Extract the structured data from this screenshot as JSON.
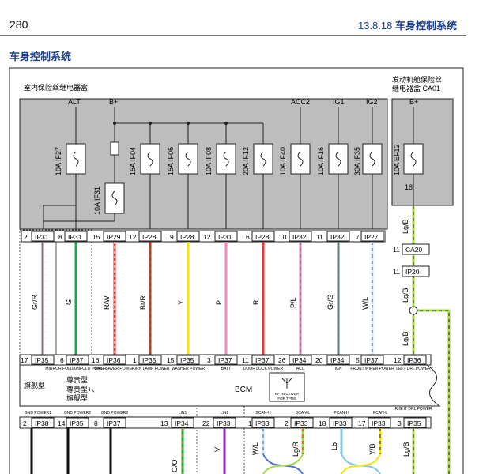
{
  "header": {
    "page_number": "280",
    "section_number": "13.8.18",
    "section_title": "车身控制系统"
  },
  "section_title": "车身控制系统",
  "boxes": {
    "interior_box": "室内保险丝继电器盒",
    "engine_box_line1": "发动机舱保险丝",
    "engine_box_line2": "继电器盒 CA01"
  },
  "power_labels": [
    "ALT",
    "B+",
    "ACC2",
    "IG1",
    "IG2",
    "B+"
  ],
  "fuses": [
    "10A IF27",
    "10A IF31",
    "15A IF04",
    "15A IF06",
    "10A IF08",
    "20A IF12",
    "10A IF40",
    "10A IF16",
    "30A IF35",
    "10A EF12"
  ],
  "ef12_pin": "18",
  "connectors": {
    "top": [
      {
        "pin": "2",
        "conn": "IP31"
      },
      {
        "pin": "8",
        "conn": "IP31"
      },
      {
        "pin": "15",
        "conn": "IP29"
      },
      {
        "pin": "12",
        "conn": "IP28"
      },
      {
        "pin": "9",
        "conn": "IP28"
      },
      {
        "pin": "12",
        "conn": "IP31"
      },
      {
        "pin": "6",
        "conn": "IP28"
      },
      {
        "pin": "10",
        "conn": "IP32"
      },
      {
        "pin": "11",
        "conn": "IP32"
      },
      {
        "pin": "7",
        "conn": "IP27"
      }
    ],
    "inline": [
      {
        "pin": "11",
        "conn": "CA20"
      },
      {
        "pin": "11",
        "conn": "IP20"
      }
    ],
    "bcm_top": [
      {
        "pin": "17",
        "conn": "IP35"
      },
      {
        "pin": "6",
        "conn": "IP37"
      },
      {
        "pin": "16",
        "conn": "IP36"
      },
      {
        "pin": "1",
        "conn": "IP35"
      },
      {
        "pin": "15",
        "conn": "IP35"
      },
      {
        "pin": "3",
        "conn": "IP37"
      },
      {
        "pin": "11",
        "conn": "IP37"
      },
      {
        "pin": "26",
        "conn": "IP34"
      },
      {
        "pin": "20",
        "conn": "IP34"
      },
      {
        "pin": "5",
        "conn": "IP37"
      },
      {
        "pin": "12",
        "conn": "IP36"
      }
    ],
    "bcm_bottom": [
      {
        "pin": "2",
        "conn": "IP38"
      },
      {
        "pin": "14",
        "conn": "IP35"
      },
      {
        "pin": "8",
        "conn": "IP37"
      },
      {
        "pin": "13",
        "conn": "IP34"
      },
      {
        "pin": "22",
        "conn": "IP33"
      },
      {
        "pin": "1",
        "conn": "IP33"
      },
      {
        "pin": "2",
        "conn": "IP33"
      },
      {
        "pin": "18",
        "conn": "IP33"
      },
      {
        "pin": "17",
        "conn": "IP33"
      },
      {
        "pin": "3",
        "conn": "IP35"
      }
    ]
  },
  "wire_colors": {
    "top": [
      "Gr/R",
      "G",
      "R/W",
      "Br/R",
      "Y",
      "P",
      "R",
      "P/L",
      "Gr/G",
      "W/L"
    ],
    "right": [
      "Lg/B",
      "Lg/B",
      "Lg/B"
    ],
    "bottom": [
      "G/O",
      "V",
      "W/L",
      "Lg/R",
      "Lb",
      "Y/B",
      "Lg/B"
    ]
  },
  "bcm": {
    "title": "BCM",
    "top_pins": [
      "MIRROR FOLD/UNFOLD POWER",
      "BATT SAVER POWER",
      "TURN LAMP POWER",
      "WASHER POWER",
      "BATT",
      "DOOR LOCK POWER",
      "ACC",
      "IGN",
      "FRONT WIPER POWER",
      "LEFT DRL POWER"
    ],
    "bottom_pins": [
      "GND POWER1",
      "GND POWER2",
      "GND POWER2",
      "LIN1",
      "LIN2",
      "BCAN-H",
      "BCAN-L",
      "PCAN-H",
      "PCAN-L",
      "RIGHT DRL POWER"
    ],
    "variant_flagship": "旗舰型",
    "variant_prestige": "尊贵型",
    "variant_prestige_plus": "尊贵型+、",
    "variant_flagship2": "旗舰型",
    "rf_label_line1": "RF RECEIVER",
    "rf_label_line2": "FOR TPMS"
  },
  "colors": {
    "box_fill": "#bdbdbd",
    "accent_blue": "#1b3e8a",
    "wire_GrR_1": "#6f7a7a",
    "wire_GrR_2": "#e64c4c",
    "wire_G": "#1aa64a",
    "wire_RW_1": "#e53935",
    "wire_RW_2": "#ffffff",
    "wire_BrR_1": "#8a4a2a",
    "wire_BrR_2": "#e53935",
    "wire_Y": "#f2e600",
    "wire_P": "#f08ab8",
    "wire_R": "#e53935",
    "wire_PL_1": "#e07fb8",
    "wire_PL_2": "#4a6fd1",
    "wire_GrG_1": "#6f7a7a",
    "wire_GrG_2": "#1aa64a",
    "wire_WL_1": "#ffffff",
    "wire_WL_2": "#4a6fd1",
    "wire_LgB_1": "#a6d94a",
    "wire_LgB_2": "#222222",
    "wire_GO_1": "#1aa64a",
    "wire_GO_2": "#f39a1e",
    "wire_V": "#8a2bb8",
    "wire_LgR_1": "#a6d94a",
    "wire_LgR_2": "#e53935",
    "wire_Lb": "#7fc4ea",
    "wire_YB_1": "#f2e600",
    "wire_YB_2": "#222222",
    "wire_black": "#111111"
  }
}
